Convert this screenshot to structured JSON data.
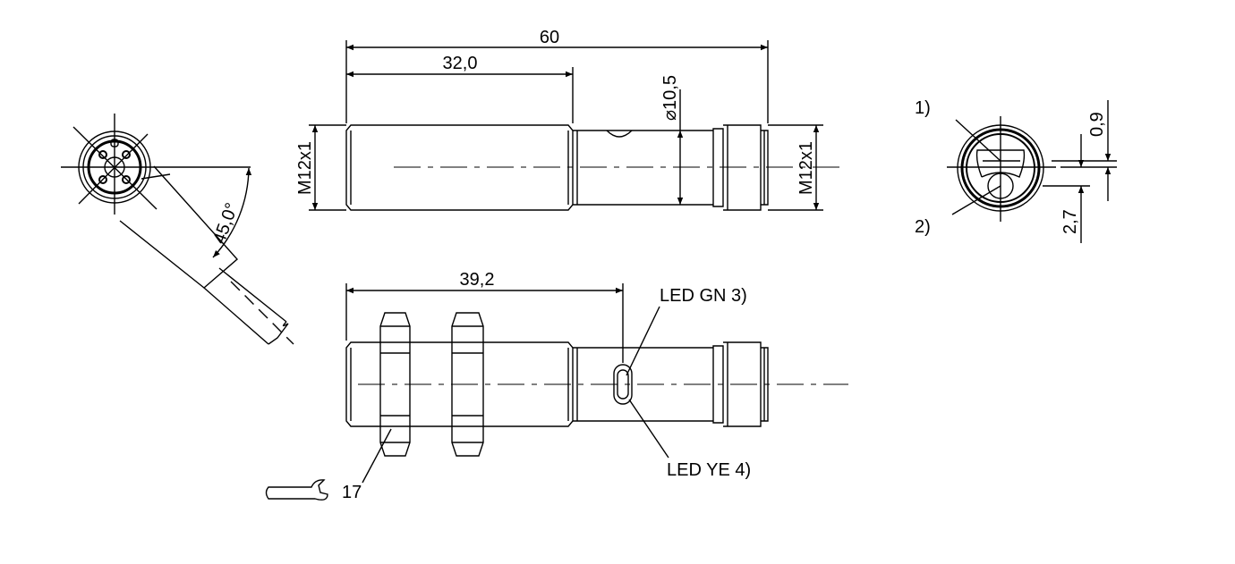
{
  "dimensions": {
    "overall_length": "60",
    "thread_length": "32,0",
    "diameter": "10,5",
    "diameter_symbol": "⌀",
    "thread_left": "M12x1",
    "thread_right": "M12x1",
    "angle": "45,0°",
    "led_position": "39,2",
    "offset_1": "0,9",
    "offset_2": "2,7",
    "wrench_size": "17"
  },
  "labels": {
    "led_green": "LED GN 3)",
    "led_yellow": "LED YE 4)",
    "note_1": "1)",
    "note_2": "2)"
  }
}
